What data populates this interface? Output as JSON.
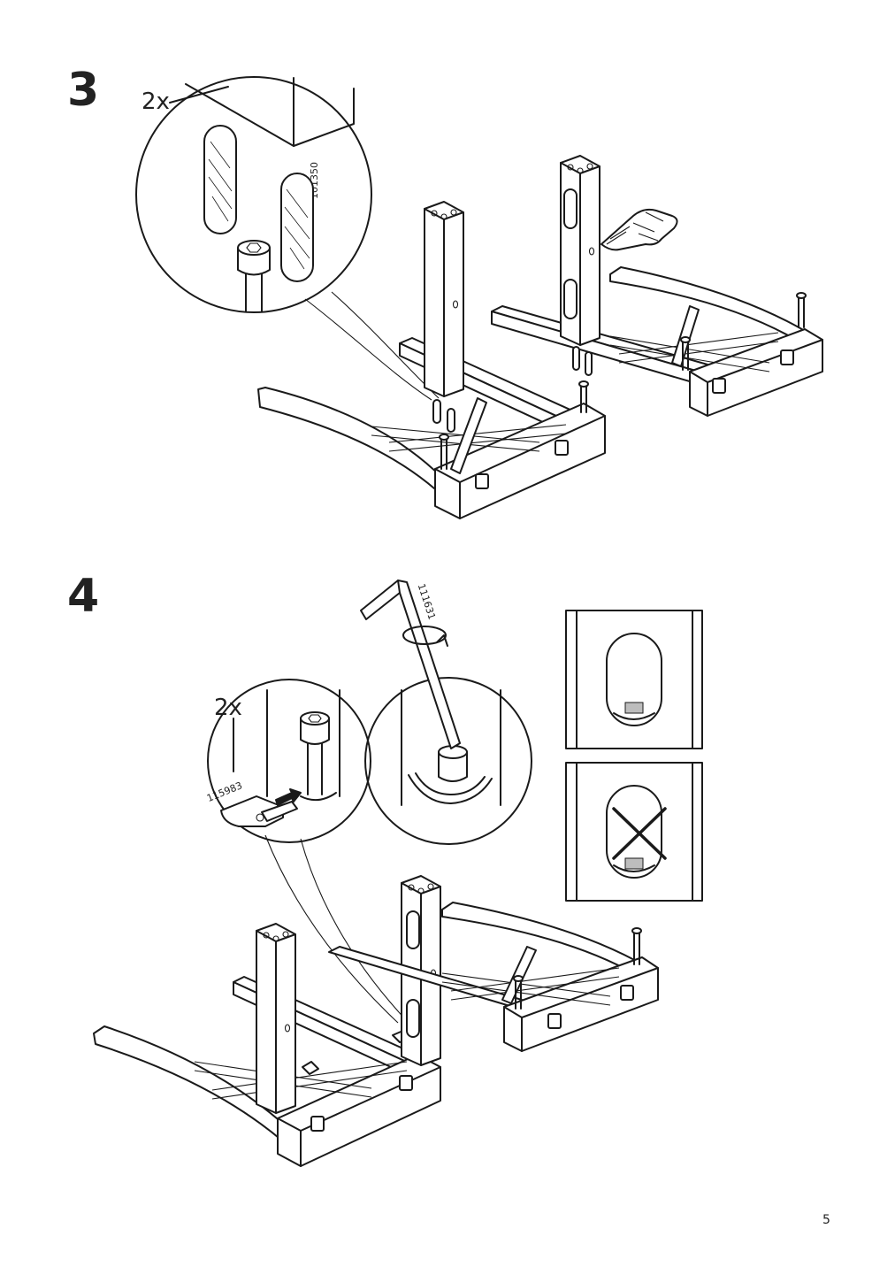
{
  "steps": [
    {
      "number": "3",
      "quantity": "2x",
      "part_number": "101350"
    },
    {
      "number": "4",
      "quantity": "2x",
      "part_number": "115983",
      "tool_part_number": "111631"
    }
  ],
  "page_number": "5",
  "icons": [
    "dowel-icon",
    "bolt-icon",
    "allen-key-icon",
    "hand-pointing-icon",
    "cross-icon",
    "barrel-nut-icon"
  ]
}
